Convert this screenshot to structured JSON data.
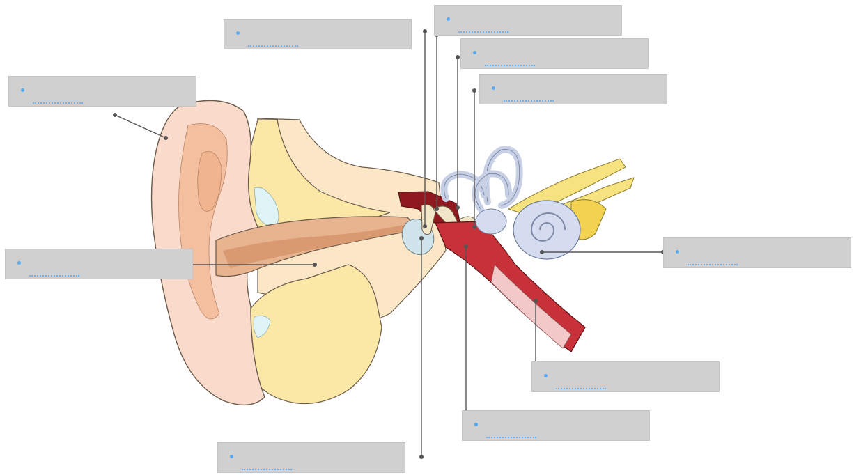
{
  "diagram": {
    "label_boxes": [
      {
        "id": "pinna",
        "answer": ""
      },
      {
        "id": "ear-canal",
        "answer": ""
      },
      {
        "id": "incus",
        "answer": ""
      },
      {
        "id": "malleus",
        "answer": ""
      },
      {
        "id": "stapes",
        "answer": ""
      },
      {
        "id": "semicircular-canals",
        "answer": ""
      },
      {
        "id": "cochlea",
        "answer": ""
      },
      {
        "id": "eustachian-tube",
        "answer": ""
      },
      {
        "id": "middle-ear-cavity",
        "answer": ""
      },
      {
        "id": "eardrum",
        "answer": ""
      }
    ],
    "colors": {
      "label_fill": "#d0d0d0",
      "bullet": "#5aa9f0",
      "leader_line": "#555555",
      "skin": "#fadacb",
      "skin_dark": "#f0b48e",
      "bone": "#fbe7a6",
      "tissue": "#fbe6c6",
      "cochlea": "#d5dcef",
      "eustachian": "#c9313a",
      "nerve": "#f7e280"
    }
  }
}
